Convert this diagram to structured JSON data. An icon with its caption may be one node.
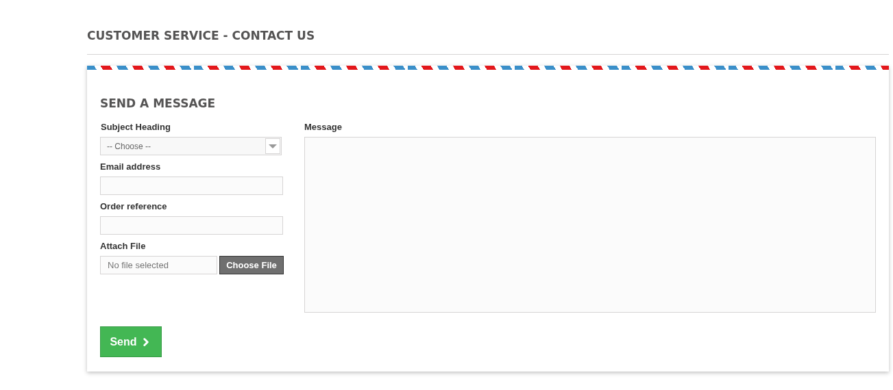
{
  "diagram": {
    "title": "CUSTOMER SERVICE - CONTACT US",
    "nodes": [
      {
        "text": [
          "SEND A MESSAGE"
        ]
      },
      {
        "text": [
          "-- Choose --"
        ],
        "in": 0
      },
      {
        "text": [],
        "shape": "box",
        "in": 0
      },
      {
        "text": [],
        "shape": "box",
        "in": 0
      },
      {
        "text": [
          "No file selected"
        ],
        "in": 0
      },
      {
        "text": [
          "Choose File"
        ],
        "in": 0
      },
      {
        "text": [],
        "shape": "box",
        "in": 0
      },
      {
        "text": [
          "Send"
        ],
        "in": 0
      }
    ],
    "labels": [
      "Subject Heading",
      "Message",
      "Email address",
      "Order reference",
      "Attach File"
    ]
  }
}
